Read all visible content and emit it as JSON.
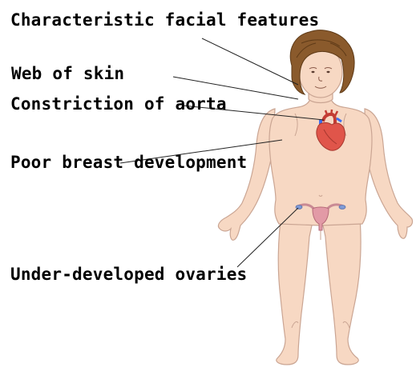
{
  "labels": [
    "Characteristic\nfacial features",
    "Web of skin",
    "Constriction\nof aorta",
    "Poor\nbreast\ndevelopment",
    "Under-developed\novaries"
  ],
  "colors": {
    "skin": "#f7d8c3",
    "skin_outline": "#caa593",
    "hair": "#8a5a2c",
    "hair_dark": "#5e3a17",
    "heart": "#e0554a",
    "vessel_blue": "#3d6ff2",
    "ovary_pink": "#e29aa6",
    "leader_line": "#222222",
    "text": "#000000"
  }
}
